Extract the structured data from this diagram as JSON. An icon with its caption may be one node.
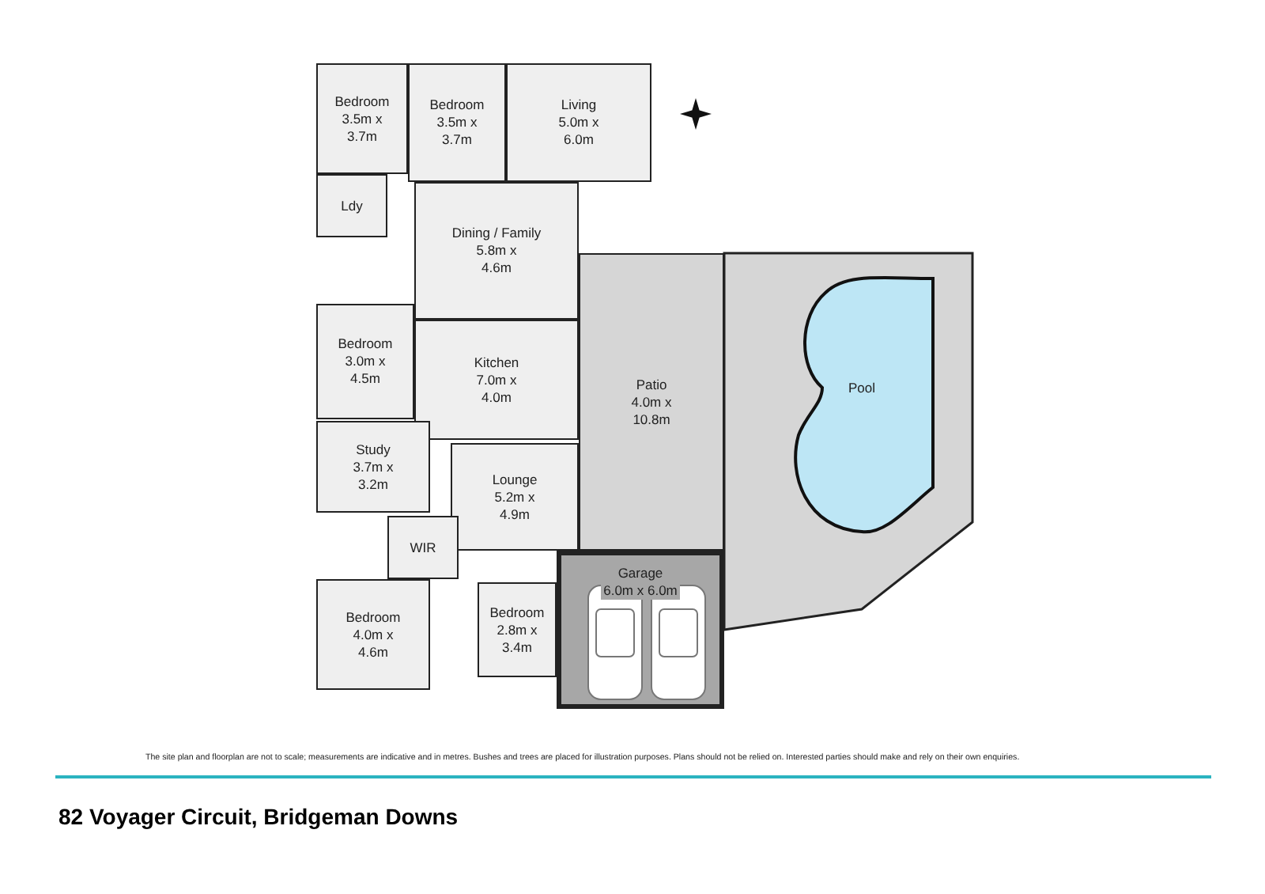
{
  "diagram": {
    "title": "82 Voyager Circuit, Bridgeman Downs",
    "nodes": [
      {
        "text": [
          "Bedroom",
          "3.5m x 3.7m"
        ]
      },
      {
        "text": [
          "Bedroom",
          "3.5m x 3.7m"
        ]
      },
      {
        "text": [
          "Living",
          "5.0m x 6.0m"
        ]
      },
      {
        "text": [
          "Ldy"
        ]
      },
      {
        "text": [
          "Dining / Family",
          "5.8m x 4.6m"
        ]
      },
      {
        "text": [
          "Bedroom",
          "3.0m x 4.5m"
        ]
      },
      {
        "text": [
          "Kitchen",
          "7.0m x 4.0m"
        ]
      },
      {
        "text": [
          "Patio",
          "4.0m x 10.8m"
        ]
      },
      {
        "text": [
          "Pool"
        ]
      },
      {
        "text": [
          "Study",
          "3.7m x 3.2m"
        ]
      },
      {
        "text": [
          "Lounge",
          "5.2m x 4.9m"
        ]
      },
      {
        "text": [
          "WIR"
        ]
      },
      {
        "text": [
          "Bedroom",
          "4.0m x 4.6m"
        ]
      },
      {
        "text": [
          "Bedroom",
          "2.8m x 3.4m"
        ]
      },
      {
        "text": [
          "Garage",
          "6.0m x 6.0m"
        ]
      }
    ],
    "labels": [
      "The site plan and floorplan are not to scale; measurements are indicative and in metres. Bushes and trees are placed for illustration purposes. Plans should not be relied on. Interested parties should make and rely on their own enquiries."
    ]
  }
}
